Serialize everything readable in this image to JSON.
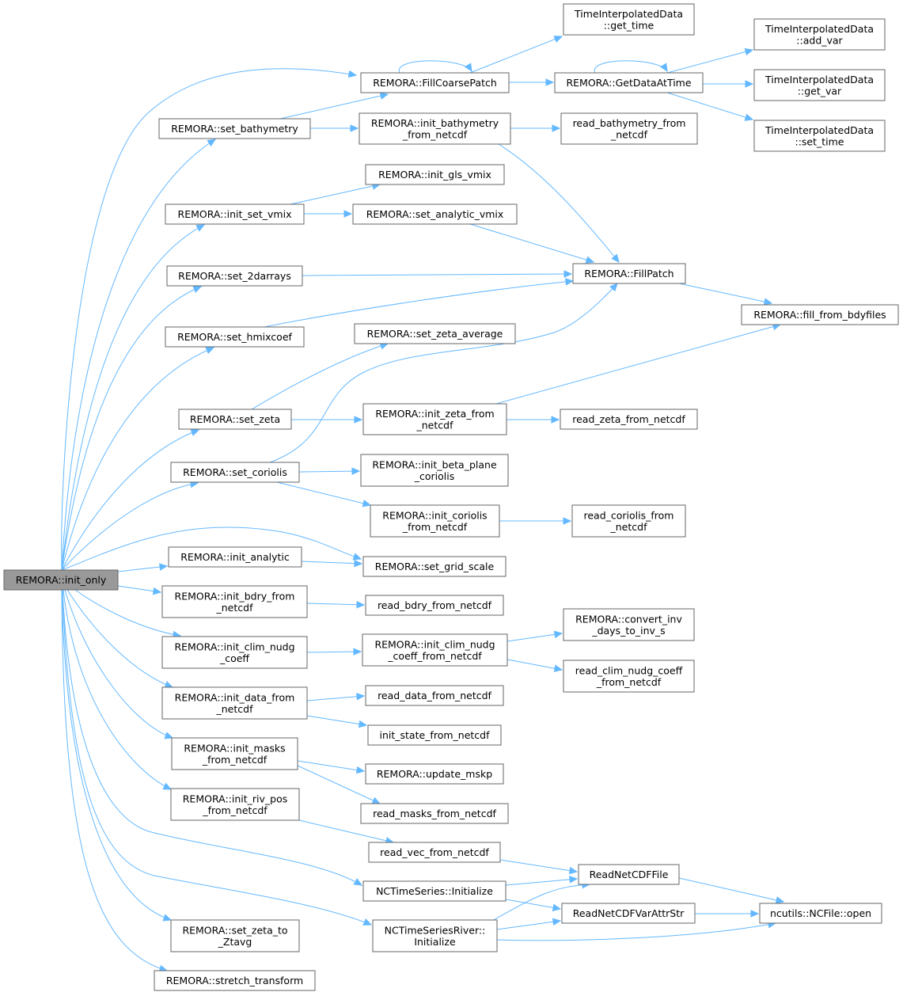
{
  "nodes": [
    {
      "id": "init_only",
      "lines": [
        "REMORA::init_only"
      ],
      "root": true
    },
    {
      "id": "fill_coarse",
      "lines": [
        "REMORA::FillCoarsePatch"
      ]
    },
    {
      "id": "tid_get_time",
      "lines": [
        "TimeInterpolatedData",
        "::get_time"
      ]
    },
    {
      "id": "get_data_at_time",
      "lines": [
        "REMORA::GetDataAtTime"
      ]
    },
    {
      "id": "tid_add_var",
      "lines": [
        "TimeInterpolatedData",
        "::add_var"
      ]
    },
    {
      "id": "tid_get_var",
      "lines": [
        "TimeInterpolatedData",
        "::get_var"
      ]
    },
    {
      "id": "tid_set_time",
      "lines": [
        "TimeInterpolatedData",
        "::set_time"
      ]
    },
    {
      "id": "set_bathymetry",
      "lines": [
        "REMORA::set_bathymetry"
      ]
    },
    {
      "id": "init_bathy_nc",
      "lines": [
        "REMORA::init_bathymetry",
        "_from_netcdf"
      ]
    },
    {
      "id": "read_bathy_nc",
      "lines": [
        "read_bathymetry_from",
        "_netcdf"
      ]
    },
    {
      "id": "init_gls_vmix",
      "lines": [
        "REMORA::init_gls_vmix"
      ]
    },
    {
      "id": "init_set_vmix",
      "lines": [
        "REMORA::init_set_vmix"
      ]
    },
    {
      "id": "set_analytic_vmix",
      "lines": [
        "REMORA::set_analytic_vmix"
      ]
    },
    {
      "id": "set_2darrays",
      "lines": [
        "REMORA::set_2darrays"
      ]
    },
    {
      "id": "fillpatch",
      "lines": [
        "REMORA::FillPatch"
      ]
    },
    {
      "id": "fill_bdy",
      "lines": [
        "REMORA::fill_from_bdyfiles"
      ]
    },
    {
      "id": "set_hmixcoef",
      "lines": [
        "REMORA::set_hmixcoef"
      ]
    },
    {
      "id": "set_zeta_avg",
      "lines": [
        "REMORA::set_zeta_average"
      ]
    },
    {
      "id": "set_zeta",
      "lines": [
        "REMORA::set_zeta"
      ]
    },
    {
      "id": "init_zeta_nc",
      "lines": [
        "REMORA::init_zeta_from",
        "_netcdf"
      ]
    },
    {
      "id": "read_zeta_nc",
      "lines": [
        "read_zeta_from_netcdf"
      ]
    },
    {
      "id": "set_coriolis",
      "lines": [
        "REMORA::set_coriolis"
      ]
    },
    {
      "id": "init_beta",
      "lines": [
        "REMORA::init_beta_plane",
        "_coriolis"
      ]
    },
    {
      "id": "init_coriolis_nc",
      "lines": [
        "REMORA::init_coriolis",
        "_from_netcdf"
      ]
    },
    {
      "id": "read_coriolis_nc",
      "lines": [
        "read_coriolis_from",
        "_netcdf"
      ]
    },
    {
      "id": "init_analytic",
      "lines": [
        "REMORA::init_analytic"
      ]
    },
    {
      "id": "set_grid_scale",
      "lines": [
        "REMORA::set_grid_scale"
      ]
    },
    {
      "id": "init_bdry_nc",
      "lines": [
        "REMORA::init_bdry_from",
        "_netcdf"
      ]
    },
    {
      "id": "read_bdry_nc",
      "lines": [
        "read_bdry_from_netcdf"
      ]
    },
    {
      "id": "convert_inv",
      "lines": [
        "REMORA::convert_inv",
        "_days_to_inv_s"
      ]
    },
    {
      "id": "init_clim_nudg",
      "lines": [
        "REMORA::init_clim_nudg",
        "_coeff"
      ]
    },
    {
      "id": "init_clim_nudg_nc",
      "lines": [
        "REMORA::init_clim_nudg",
        "_coeff_from_netcdf"
      ]
    },
    {
      "id": "read_clim_nudg",
      "lines": [
        "read_clim_nudg_coeff",
        "_from_netcdf"
      ]
    },
    {
      "id": "init_data_nc",
      "lines": [
        "REMORA::init_data_from",
        "_netcdf"
      ]
    },
    {
      "id": "read_data_nc",
      "lines": [
        "read_data_from_netcdf"
      ]
    },
    {
      "id": "init_state_nc",
      "lines": [
        "init_state_from_netcdf"
      ]
    },
    {
      "id": "init_masks_nc",
      "lines": [
        "REMORA::init_masks",
        "_from_netcdf"
      ]
    },
    {
      "id": "update_mskp",
      "lines": [
        "REMORA::update_mskp"
      ]
    },
    {
      "id": "read_masks_nc",
      "lines": [
        "read_masks_from_netcdf"
      ]
    },
    {
      "id": "init_riv_pos",
      "lines": [
        "REMORA::init_riv_pos",
        "_from_netcdf"
      ]
    },
    {
      "id": "read_vec_nc",
      "lines": [
        "read_vec_from_netcdf"
      ]
    },
    {
      "id": "read_netcdf_file",
      "lines": [
        "ReadNetCDFFile"
      ]
    },
    {
      "id": "nc_ts_init",
      "lines": [
        "NCTimeSeries::Initialize"
      ]
    },
    {
      "id": "read_var_attr",
      "lines": [
        "ReadNetCDFVarAttrStr"
      ]
    },
    {
      "id": "ncfile_open",
      "lines": [
        "ncutils::NCFile::open"
      ]
    },
    {
      "id": "nc_ts_river",
      "lines": [
        "NCTimeSeriesRiver::",
        "Initialize"
      ]
    },
    {
      "id": "set_zeta_ztavg",
      "lines": [
        "REMORA::set_zeta_to",
        "_Ztavg"
      ]
    },
    {
      "id": "stretch",
      "lines": [
        "REMORA::stretch_transform"
      ]
    }
  ],
  "colors": {
    "edge": "#63b8ff",
    "node_border": "#666666",
    "root_fill": "#999999",
    "node_fill": "#ffffff"
  }
}
